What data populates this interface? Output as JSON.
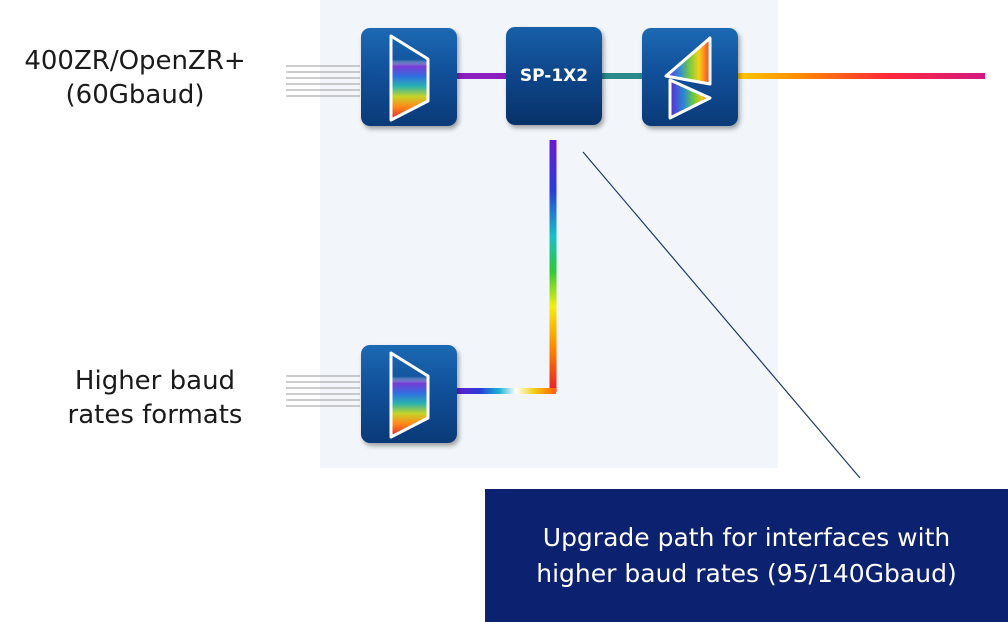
{
  "inputs": {
    "top": {
      "line1": "400ZR/OpenZR+",
      "line2": "(60Gbaud)"
    },
    "bottom": {
      "line1": "Higher baud",
      "line2": "rates formats"
    }
  },
  "splitter": {
    "label": "SP-1X2"
  },
  "callout": {
    "line1": "Upgrade path for interfaces with",
    "line2": "higher baud rates (95/140Gbaud)"
  },
  "colors": {
    "panel": "#f2f6fa",
    "block": "#11509a",
    "callout_bg": "#0c2270",
    "fiber_purple": "#8b1fbf",
    "fiber_magenta": "#d4187f",
    "leader_line": "#1f3a68"
  }
}
